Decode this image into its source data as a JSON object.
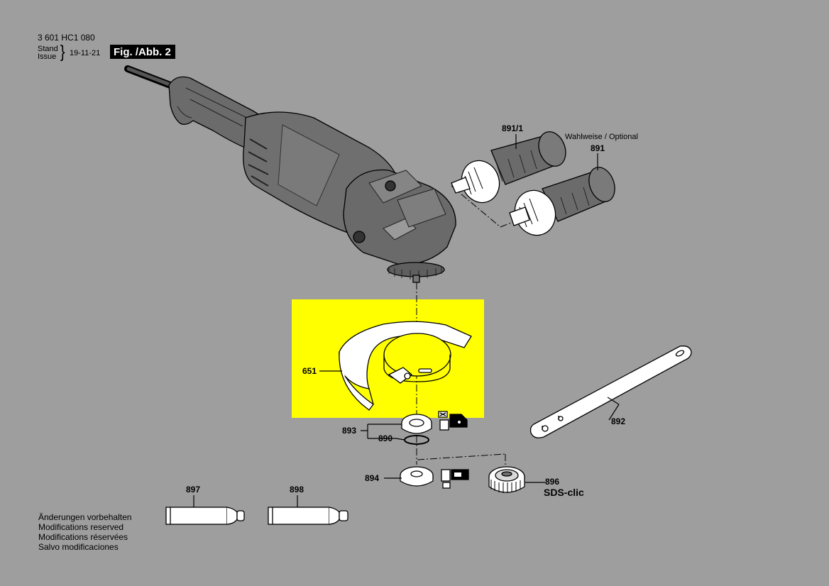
{
  "header": {
    "document_number": "3 601 HC1 080",
    "stand_label": "Stand",
    "issue_label": "Issue",
    "brace": "}",
    "issue_date": "19-11-21",
    "figure_label": "Fig. /Abb. 2"
  },
  "parts": {
    "p891_1": "891/1",
    "p891": "891",
    "optional_note": "Wahlweise / Optional",
    "p651": "651",
    "p892": "892",
    "p893": "893",
    "p890": "890",
    "p894": "894",
    "p896": "896",
    "sds_clic": "SDS-clic",
    "p897": "897",
    "p898": "898"
  },
  "disclaimer": [
    "Änderungen vorbehalten",
    "Modifications reserved",
    "Modifications réservées",
    "Salvo modificaciones"
  ],
  "colors": {
    "background": "#9e9e9e",
    "highlight": "#ffff00",
    "figure_box": "#000000",
    "line": "#000000",
    "part_fill": "#ffffff",
    "tool_fill": "#6f6f6f"
  }
}
